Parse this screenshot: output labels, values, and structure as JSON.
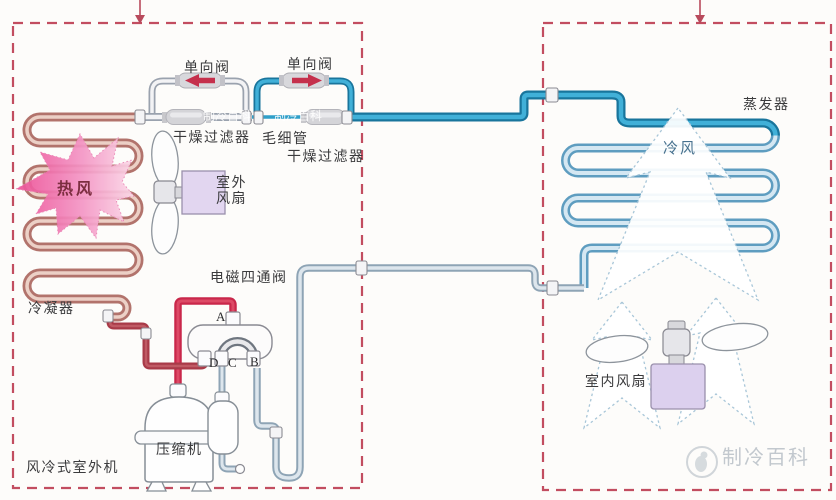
{
  "colors": {
    "border_dashed": "#c24d60",
    "pipe_teal": "#2f9fc9",
    "pipe_hot_gas_red": "#c9274a",
    "pipe_liquid_red": "#a93a48",
    "condenser_salmon": "#b77b70",
    "evaporator_blue": "#5e9dc0",
    "suction_pale_blue": "#8ea4b5",
    "fan_motor_lavender": "#e2d6f0",
    "hot_air_pink": "#ee5f9e",
    "watermark_gray": "#c2c8ce"
  },
  "outdoor_unit": {
    "unit_label": "风冷式室外机",
    "condenser_label": "冷凝器",
    "hot_air_label": "热风",
    "fan_label_line1": "室外",
    "fan_label_line2": "风扇",
    "compressor_label": "压缩机",
    "four_way_valve_label": "电磁四通阀",
    "port_a": "A",
    "port_d": "D",
    "port_c": "C",
    "port_b": "B"
  },
  "interconnect": {
    "check_valve_left_label": "单向阀",
    "check_valve_right_label": "单向阀",
    "filter_left_label": "干燥过滤器",
    "capillary_label": "毛细管",
    "filter_right_label": "干燥过滤器"
  },
  "indoor_unit": {
    "evaporator_label": "蒸发器",
    "cold_air_label": "冷风",
    "fan_label": "室内风扇"
  },
  "watermark": {
    "brand": "制冷百科",
    "pipe_marks": [
      "制冷百科",
      "制冷百科"
    ]
  }
}
